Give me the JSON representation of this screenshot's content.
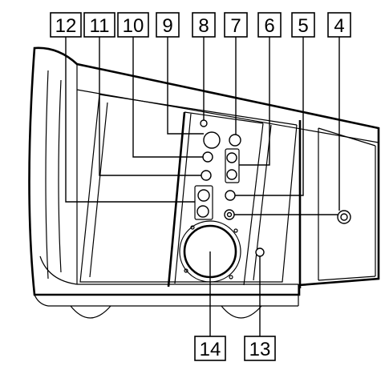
{
  "callouts": [
    {
      "id": "c12",
      "label": "12"
    },
    {
      "id": "c11",
      "label": "11"
    },
    {
      "id": "c10",
      "label": "10"
    },
    {
      "id": "c9",
      "label": "9"
    },
    {
      "id": "c8",
      "label": "8"
    },
    {
      "id": "c7",
      "label": "7"
    },
    {
      "id": "c6",
      "label": "6"
    },
    {
      "id": "c5",
      "label": "5"
    },
    {
      "id": "c4",
      "label": "4"
    },
    {
      "id": "c14",
      "label": "14"
    },
    {
      "id": "c13",
      "label": "13"
    }
  ]
}
